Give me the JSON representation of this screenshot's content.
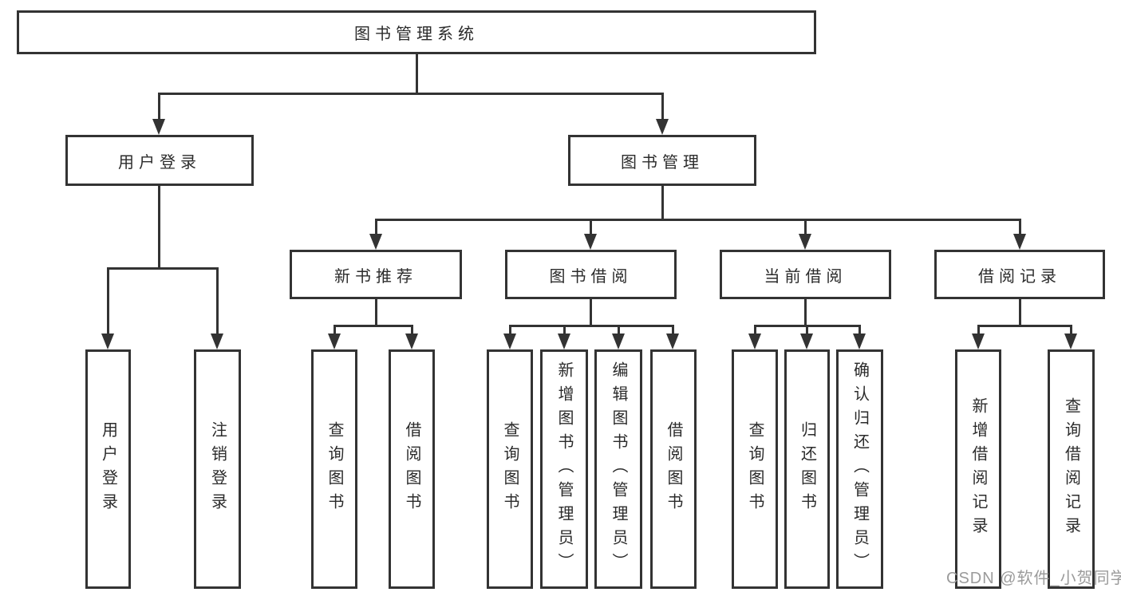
{
  "tree": {
    "root": "图书管理系统",
    "branches": [
      {
        "label": "用户登录",
        "children": [
          "用户登录",
          "注销登录"
        ]
      },
      {
        "label": "图书管理",
        "children": [
          {
            "label": "新书推荐",
            "children": [
              "查询图书",
              "借阅图书"
            ]
          },
          {
            "label": "图书借阅",
            "children": [
              "查询图书",
              "新增图书（管理员）",
              "编辑图书（管理员）",
              "借阅图书"
            ]
          },
          {
            "label": "当前借阅",
            "children": [
              "查询图书",
              "归还图书",
              "确认归还（管理员）"
            ]
          },
          {
            "label": "借阅记录",
            "children": [
              "新增借阅记录",
              "查询借阅记录"
            ]
          }
        ]
      }
    ]
  },
  "watermark": "CSDN @软件_小贺同学",
  "colors": {
    "line": "#333333",
    "box_background": "#ffffff",
    "text": "#2b2b2b",
    "watermark": "#9b9b9b"
  }
}
